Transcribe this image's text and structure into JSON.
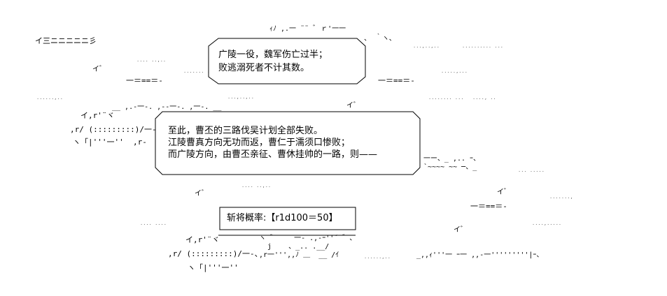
{
  "panel_1": {
    "lines": [
      "广陵一役，魏军伤亡过半；",
      "败逃溺死者不计其数。"
    ]
  },
  "panel_2": {
    "lines": [
      "至此，曹丕的三路伐吴计划全部失败。",
      "江陵曹真方向无功而返，曹仁于濡须口惨败；",
      "而广陵方向，由曹丕亲征、曹休挂帅的一路，则——"
    ]
  },
  "roll_box": {
    "label": "斩将概率:【r1d100＝50】"
  },
  "ascii": {
    "top_left_wave": "イ三ニニニニニ彡",
    "top_mid_a": "ｨﾉ ,.一 ¨¨ ﾞ ｒ'一一",
    "top_mid_b": "、 ｀ヽ､",
    "dash_left": "一＝==＝-",
    "dash_right": "一＝==＝-",
    "dash_right_low": "一＝==＝-",
    "dash_row": "__ ,.-一-. ,--一-. ,一-. __",
    "dashes_mid": "＿,.ィ",
    "fig_left_1": "イ,r'¨ヾ",
    "fig_left_2": ",r/ (:::::::::)/一-、",
    "fig_left_3": "ヽ「|'''一''  ,r-",
    "fig_bot_1": "イ,r'¨ヾ",
    "fig_bot_2": ",r/ (:::::::::)/一-、",
    "fig_bot_3": "ヽ「|'''一''",
    "cloud_right_mid": "一ー、_ ,.. ｰ、\n`~~~~ ~~ ─、_",
    "cloud_bottom_mid": "ヽ ゛ ¨¨ 一- .,-ｰ''´ ゛、\n  j    、_.. .__/\n,r一''',,ﾉ ＿  __ /ｲ",
    "cloud_bottom_right": "_,,ｨ'''一 ｰ一 ,,-一'''''''''|ｰ、",
    "i_marks": [
      "イﾞ",
      "イﾞ",
      "イﾞ",
      "イﾞ",
      "イﾞ",
      "イﾞ"
    ]
  },
  "faint_texts": [
    ".... ..,..",
    "....... ...",
    "...,..,..",
    ".......... ...",
    ".....,...",
    "......,..",
    "........ ...",
    "...., ..",
    "... .....",
    ".......,",
    ".... ....",
    "....,....."
  ]
}
